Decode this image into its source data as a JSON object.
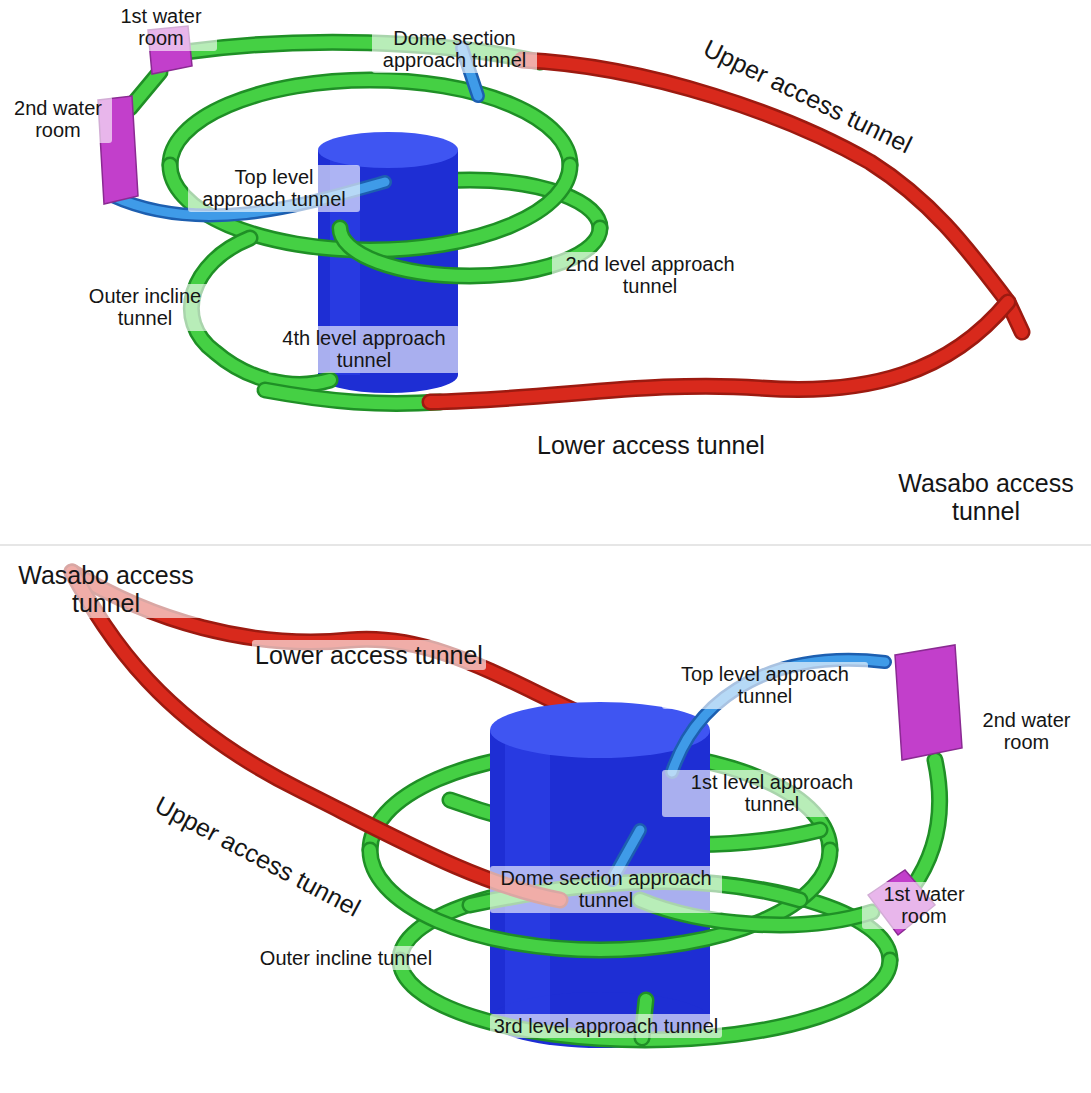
{
  "diagram": {
    "labels": [
      "1st water room",
      "Dome section approach tunnel",
      "Upper access tunnel",
      "2nd water room",
      "Top level approach tunnel",
      "2nd level approach tunnel",
      "Outer incline tunnel",
      "4th level approach tunnel",
      "Lower access tunnel",
      "Wasabo access tunnel",
      "Wasabo access tunnel",
      "Lower access tunnel",
      "Top level approach tunnel",
      "2nd water room",
      "1st level approach tunnel",
      "Upper access tunnel",
      "Dome section approach tunnel",
      "1st water room",
      "Outer incline tunnel",
      "3rd level approach tunnel"
    ]
  }
}
